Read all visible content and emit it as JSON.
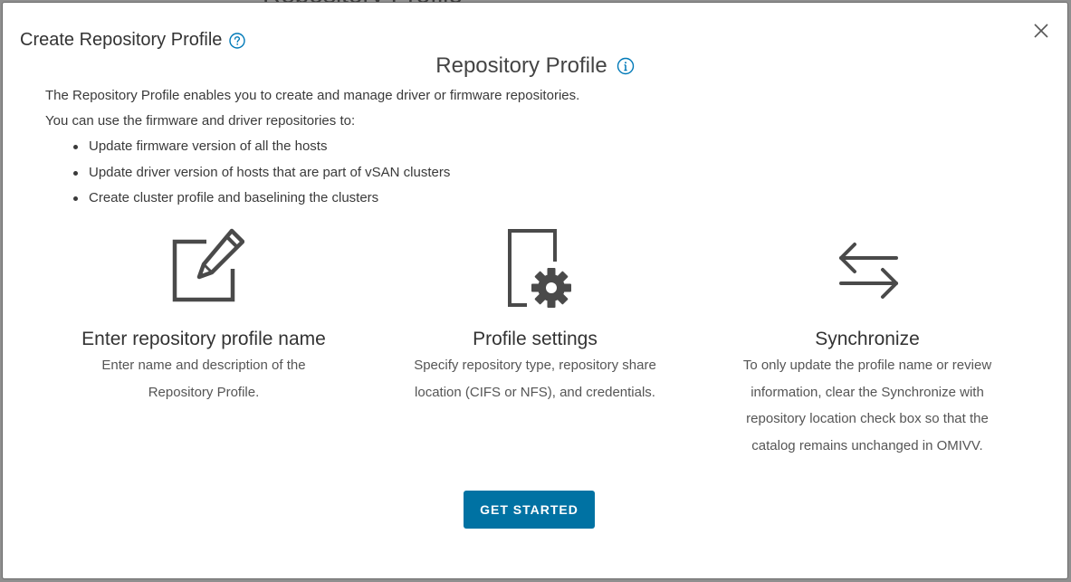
{
  "backdrop": {
    "title_fragment": "Repository Profile"
  },
  "dialog": {
    "title": "Create Repository Profile",
    "help_icon": "question-circle-icon",
    "close_icon": "close-icon"
  },
  "heading": {
    "title": "Repository Profile",
    "info_icon": "info-circle-icon"
  },
  "intro": {
    "line1": "The Repository Profile enables you to create and manage driver or firmware repositories.",
    "line2": "You can use the firmware and driver repositories to:",
    "bullets": [
      "Update firmware version of all the hosts",
      "Update driver version of hosts that are part of vSAN clusters",
      "Create cluster profile and baselining the clusters"
    ]
  },
  "steps": [
    {
      "icon": "edit-icon",
      "title": "Enter repository profile name",
      "desc_lines": [
        "Enter name and description of the",
        "Repository Profile."
      ]
    },
    {
      "icon": "file-settings-icon",
      "title": "Profile settings",
      "desc_lines": [
        "Specify repository type, repository share",
        "location (CIFS or NFS), and credentials."
      ]
    },
    {
      "icon": "sync-arrows-icon",
      "title": "Synchronize",
      "desc_lines": [
        "To only update the profile name or review",
        "information, clear the Synchronize with",
        "repository location check box so that the",
        "catalog remains unchanged in OMIVV."
      ]
    }
  ],
  "actions": {
    "get_started_label": "GET STARTED"
  },
  "colors": {
    "primary_button": "#0072a3",
    "info_icon": "#0079b8",
    "icon_stroke": "#4a4a4a"
  }
}
